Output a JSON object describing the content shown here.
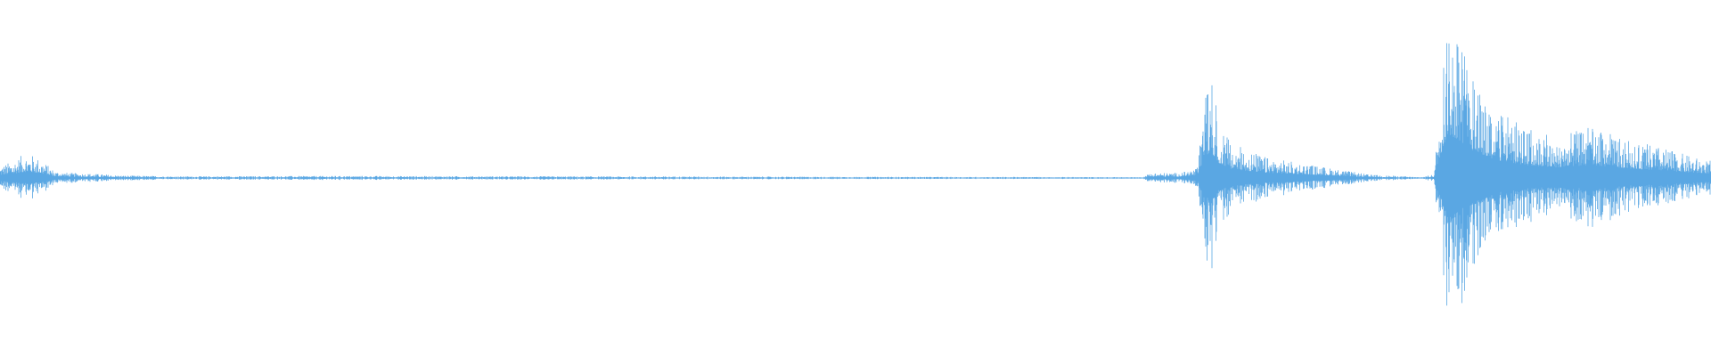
{
  "waveform": {
    "color": "#5aa7e3",
    "background": "#ffffff",
    "amplitude_envelope": [
      {
        "t": 0.0,
        "a": 0.07
      },
      {
        "t": 0.008,
        "a": 0.1
      },
      {
        "t": 0.014,
        "a": 0.14
      },
      {
        "t": 0.02,
        "a": 0.13
      },
      {
        "t": 0.026,
        "a": 0.09
      },
      {
        "t": 0.032,
        "a": 0.04
      },
      {
        "t": 0.04,
        "a": 0.03
      },
      {
        "t": 0.055,
        "a": 0.025
      },
      {
        "t": 0.07,
        "a": 0.015
      },
      {
        "t": 0.1,
        "a": 0.01
      },
      {
        "t": 0.2,
        "a": 0.012
      },
      {
        "t": 0.3,
        "a": 0.01
      },
      {
        "t": 0.4,
        "a": 0.009
      },
      {
        "t": 0.5,
        "a": 0.007
      },
      {
        "t": 0.6,
        "a": 0.006
      },
      {
        "t": 0.668,
        "a": 0.005
      },
      {
        "t": 0.672,
        "a": 0.03
      },
      {
        "t": 0.69,
        "a": 0.03
      },
      {
        "t": 0.7,
        "a": 0.06
      },
      {
        "t": 0.704,
        "a": 0.5
      },
      {
        "t": 0.708,
        "a": 0.6
      },
      {
        "t": 0.712,
        "a": 0.35
      },
      {
        "t": 0.72,
        "a": 0.2
      },
      {
        "t": 0.74,
        "a": 0.12
      },
      {
        "t": 0.77,
        "a": 0.07
      },
      {
        "t": 0.8,
        "a": 0.02
      },
      {
        "t": 0.83,
        "a": 0.005
      },
      {
        "t": 0.838,
        "a": 0.02
      },
      {
        "t": 0.842,
        "a": 0.55
      },
      {
        "t": 0.846,
        "a": 1.0
      },
      {
        "t": 0.852,
        "a": 0.9
      },
      {
        "t": 0.86,
        "a": 0.65
      },
      {
        "t": 0.875,
        "a": 0.4
      },
      {
        "t": 0.89,
        "a": 0.3
      },
      {
        "t": 0.91,
        "a": 0.24
      },
      {
        "t": 0.93,
        "a": 0.3
      },
      {
        "t": 0.95,
        "a": 0.22
      },
      {
        "t": 0.97,
        "a": 0.18
      },
      {
        "t": 0.99,
        "a": 0.12
      },
      {
        "t": 1.0,
        "a": 0.1
      }
    ]
  }
}
